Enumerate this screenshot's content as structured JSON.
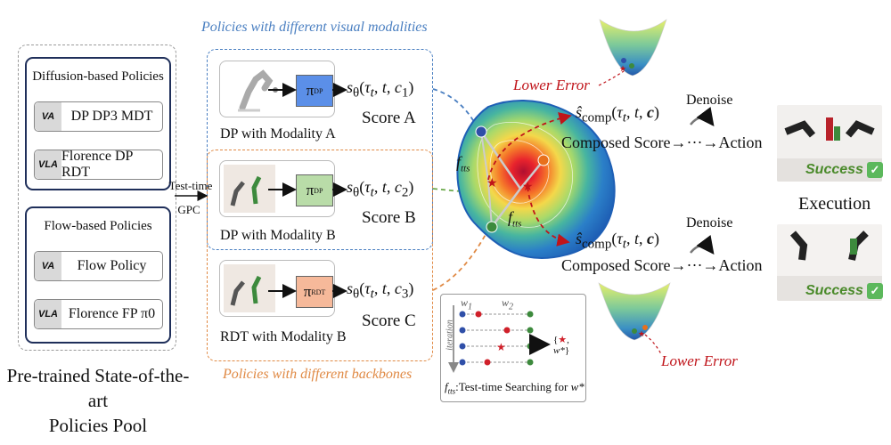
{
  "pool": {
    "diffusion_title": "Diffusion-based Policies",
    "diffusion_items": [
      {
        "tag": "VA",
        "text": "DP   DP3   MDT"
      },
      {
        "tag": "VLA",
        "text": "Florence DP  RDT"
      }
    ],
    "flow_title": "Flow-based Policies",
    "flow_items": [
      {
        "tag": "VA",
        "text": "Flow Policy"
      },
      {
        "tag": "VLA",
        "text": "Florence FP    π0"
      }
    ],
    "caption_line1": "Pre-trained State-of-the-art",
    "caption_line2": "Policies Pool"
  },
  "test_time": {
    "line1": "Test-time",
    "line2": "GPC"
  },
  "sections": {
    "visual_title": "Policies with different visual modalities",
    "backbone_title": "Policies with different backbones"
  },
  "policies": [
    {
      "pi_main": "π",
      "pi_sub": "DP",
      "pi_color": "#5b8fe8",
      "equation_cond": "1",
      "score": "Score A",
      "modality": "DP with Modality A"
    },
    {
      "pi_main": "π",
      "pi_sub": "DP",
      "pi_color": "#b9dca8",
      "equation_cond": "2",
      "score": "Score B",
      "modality": "DP with Modality B"
    },
    {
      "pi_main": "π",
      "pi_sub": "RDT",
      "pi_color": "#f6b99a",
      "equation_cond": "3",
      "score": "Score C",
      "modality": "RDT with Modality B"
    }
  ],
  "landscape": {
    "f_tts": "f",
    "f_tts_sub": "tts"
  },
  "search": {
    "w1": "w",
    "w1_sub": "1",
    "w2": "w",
    "w2_sub": "2",
    "iteration": "iteration",
    "result_star": "★",
    "result_w": "w*",
    "caption_prefix": "f",
    "caption_sub": "tts",
    "caption_text": ":Test-time Searching for ",
    "caption_w": "w*"
  },
  "outputs": [
    {
      "denoise": "Denoise",
      "composed": "Composed Score",
      "dots": "→···→",
      "action": "Action",
      "success": "Success",
      "check": "✓"
    },
    {
      "denoise": "Denoise",
      "composed": "Composed Score",
      "dots": "→···→",
      "action": "Action",
      "success": "Success",
      "check": "✓"
    }
  ],
  "execution": "Execution",
  "lower_error": [
    "Lower Error",
    "Lower Error"
  ],
  "colors": {
    "navy": "#1f2f5a",
    "blue_dash": "#4a7fc1",
    "orange_dash": "#e08a45",
    "red": "#c0141a",
    "success": "#4a8a2a"
  }
}
